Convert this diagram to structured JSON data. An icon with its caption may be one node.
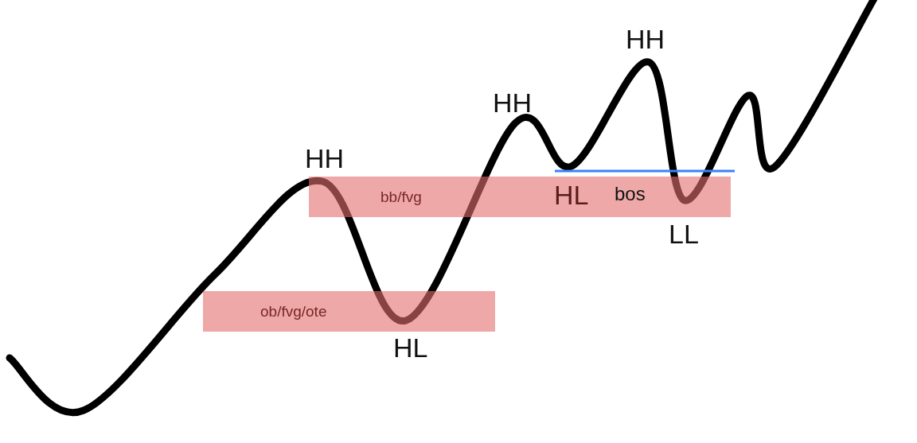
{
  "diagram": {
    "nodes": [
      {
        "text": [
          "bb/fvg"
        ]
      },
      {
        "text": [
          "ob/fvg/ote"
        ]
      }
    ],
    "labels": [
      "HH",
      "HH",
      "HH",
      "HL",
      "bos",
      "LL",
      "HL"
    ]
  }
}
